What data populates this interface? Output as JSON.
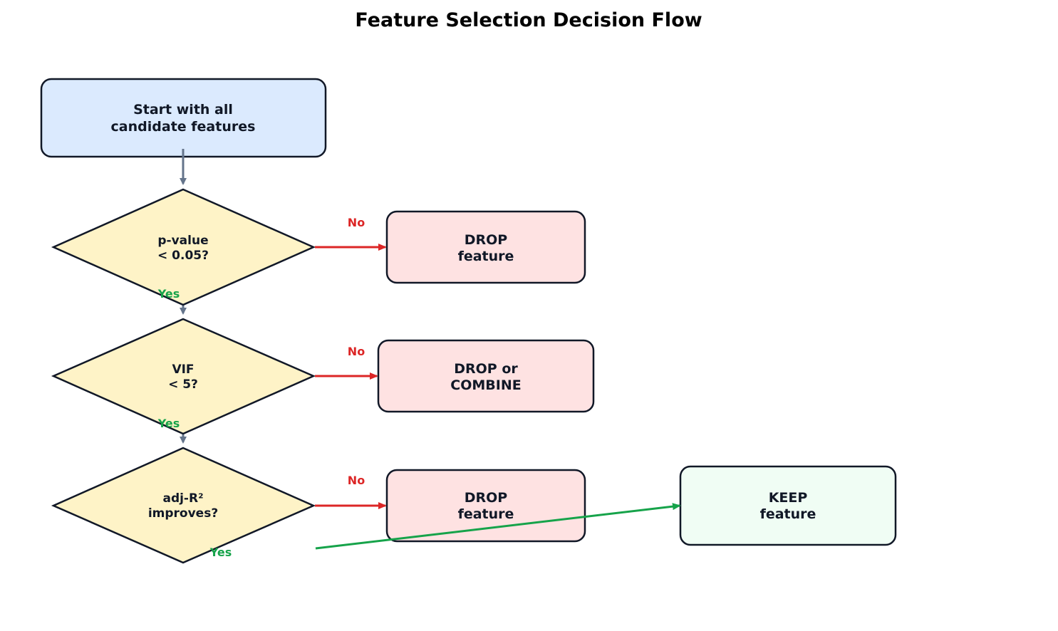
{
  "title": "Feature Selection Decision Flow",
  "colors": {
    "start_fill": "#dbeafe",
    "decision_fill": "#fef3c7",
    "drop_fill": "#fee2e2",
    "keep_fill": "#f0fdf4",
    "outline": "#111827",
    "yes": "#16a34a",
    "no": "#dc2626",
    "flow_arrow": "#64748b"
  },
  "nodes": {
    "start": {
      "line1": "Start with all",
      "line2": "candidate features"
    },
    "pvalue": {
      "line1": "p-value",
      "line2": "< 0.05?"
    },
    "vif": {
      "line1": "VIF",
      "line2": "< 5?"
    },
    "adjr2": {
      "line1": "adj-R²",
      "line2": "improves?"
    },
    "drop1": {
      "line1": "DROP",
      "line2": "feature"
    },
    "drop2": {
      "line1": "DROP or",
      "line2": "COMBINE"
    },
    "drop3": {
      "line1": "DROP",
      "line2": "feature"
    },
    "keep": {
      "line1": "KEEP",
      "line2": "feature"
    }
  },
  "edges": {
    "no_label": "No",
    "yes_label": "Yes"
  }
}
